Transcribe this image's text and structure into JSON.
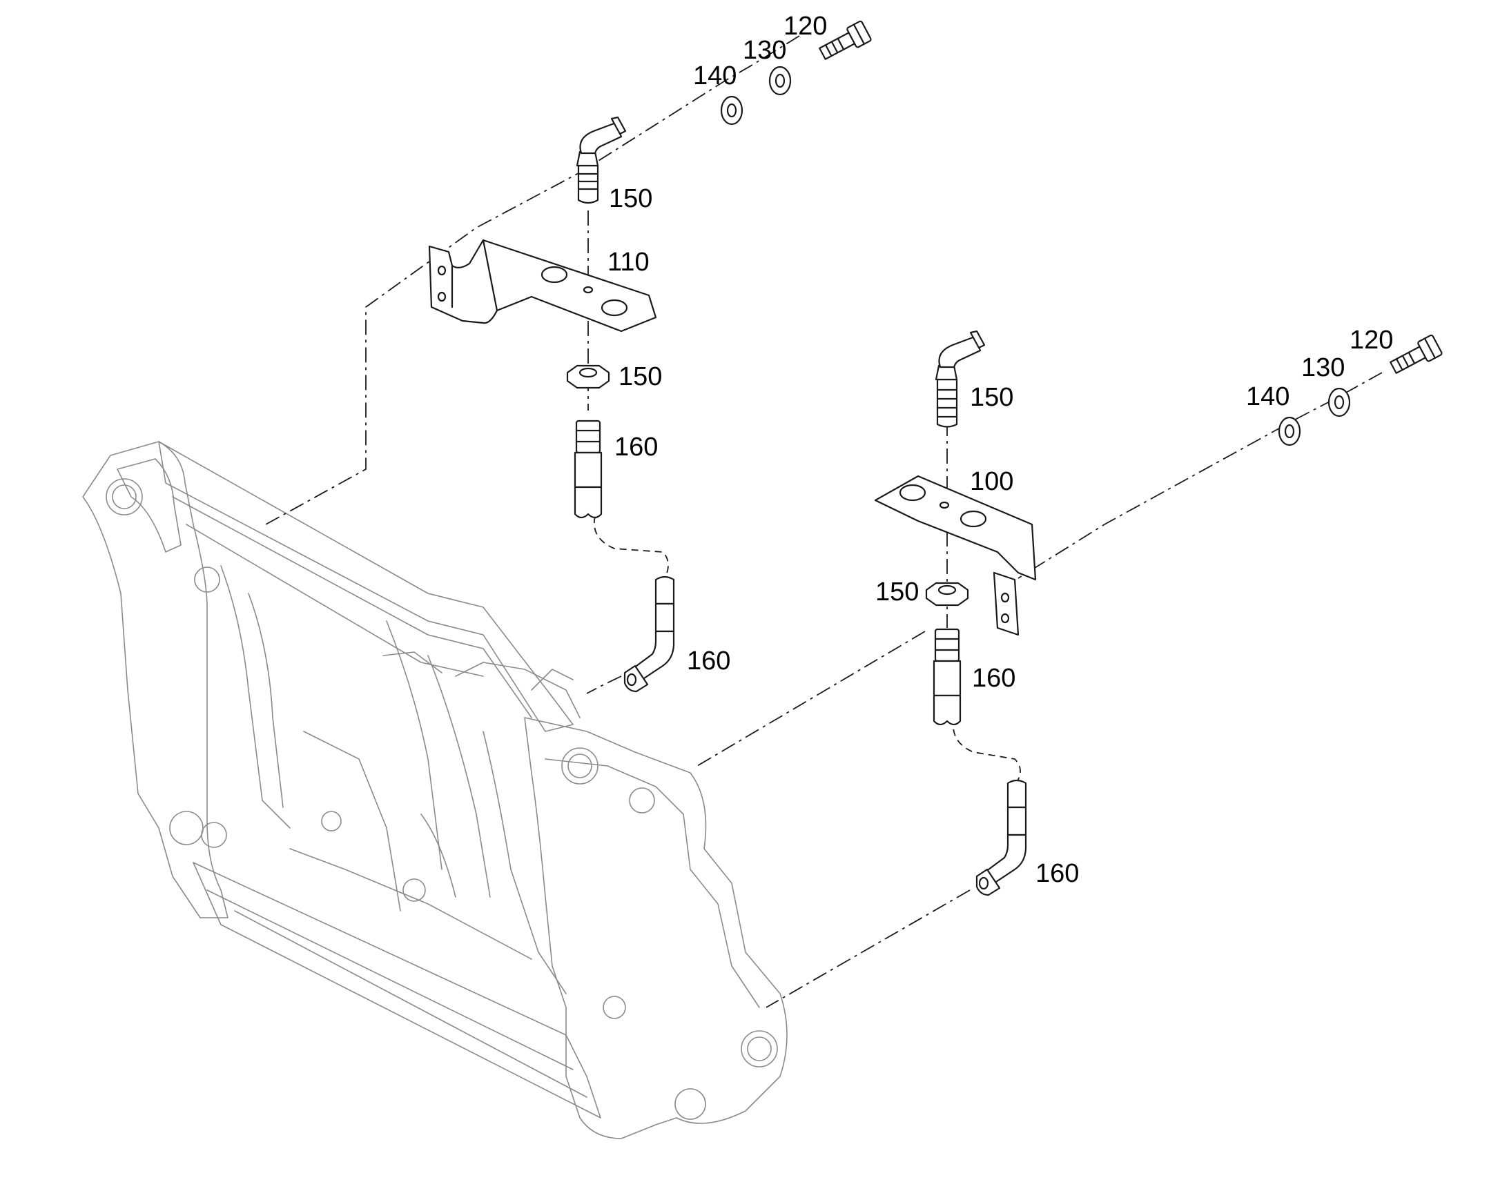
{
  "callouts": {
    "l_120": "120",
    "l_130": "130",
    "l_140": "140",
    "l_150_elbow": "150",
    "l_110": "110",
    "l_150_nut": "150",
    "l_160_top": "160",
    "l_160_bottom": "160",
    "r_120": "120",
    "r_130": "130",
    "r_140": "140",
    "r_150_elbow": "150",
    "r_100": "100",
    "r_150_nut": "150",
    "r_160_top": "160",
    "r_160_bottom": "160"
  }
}
